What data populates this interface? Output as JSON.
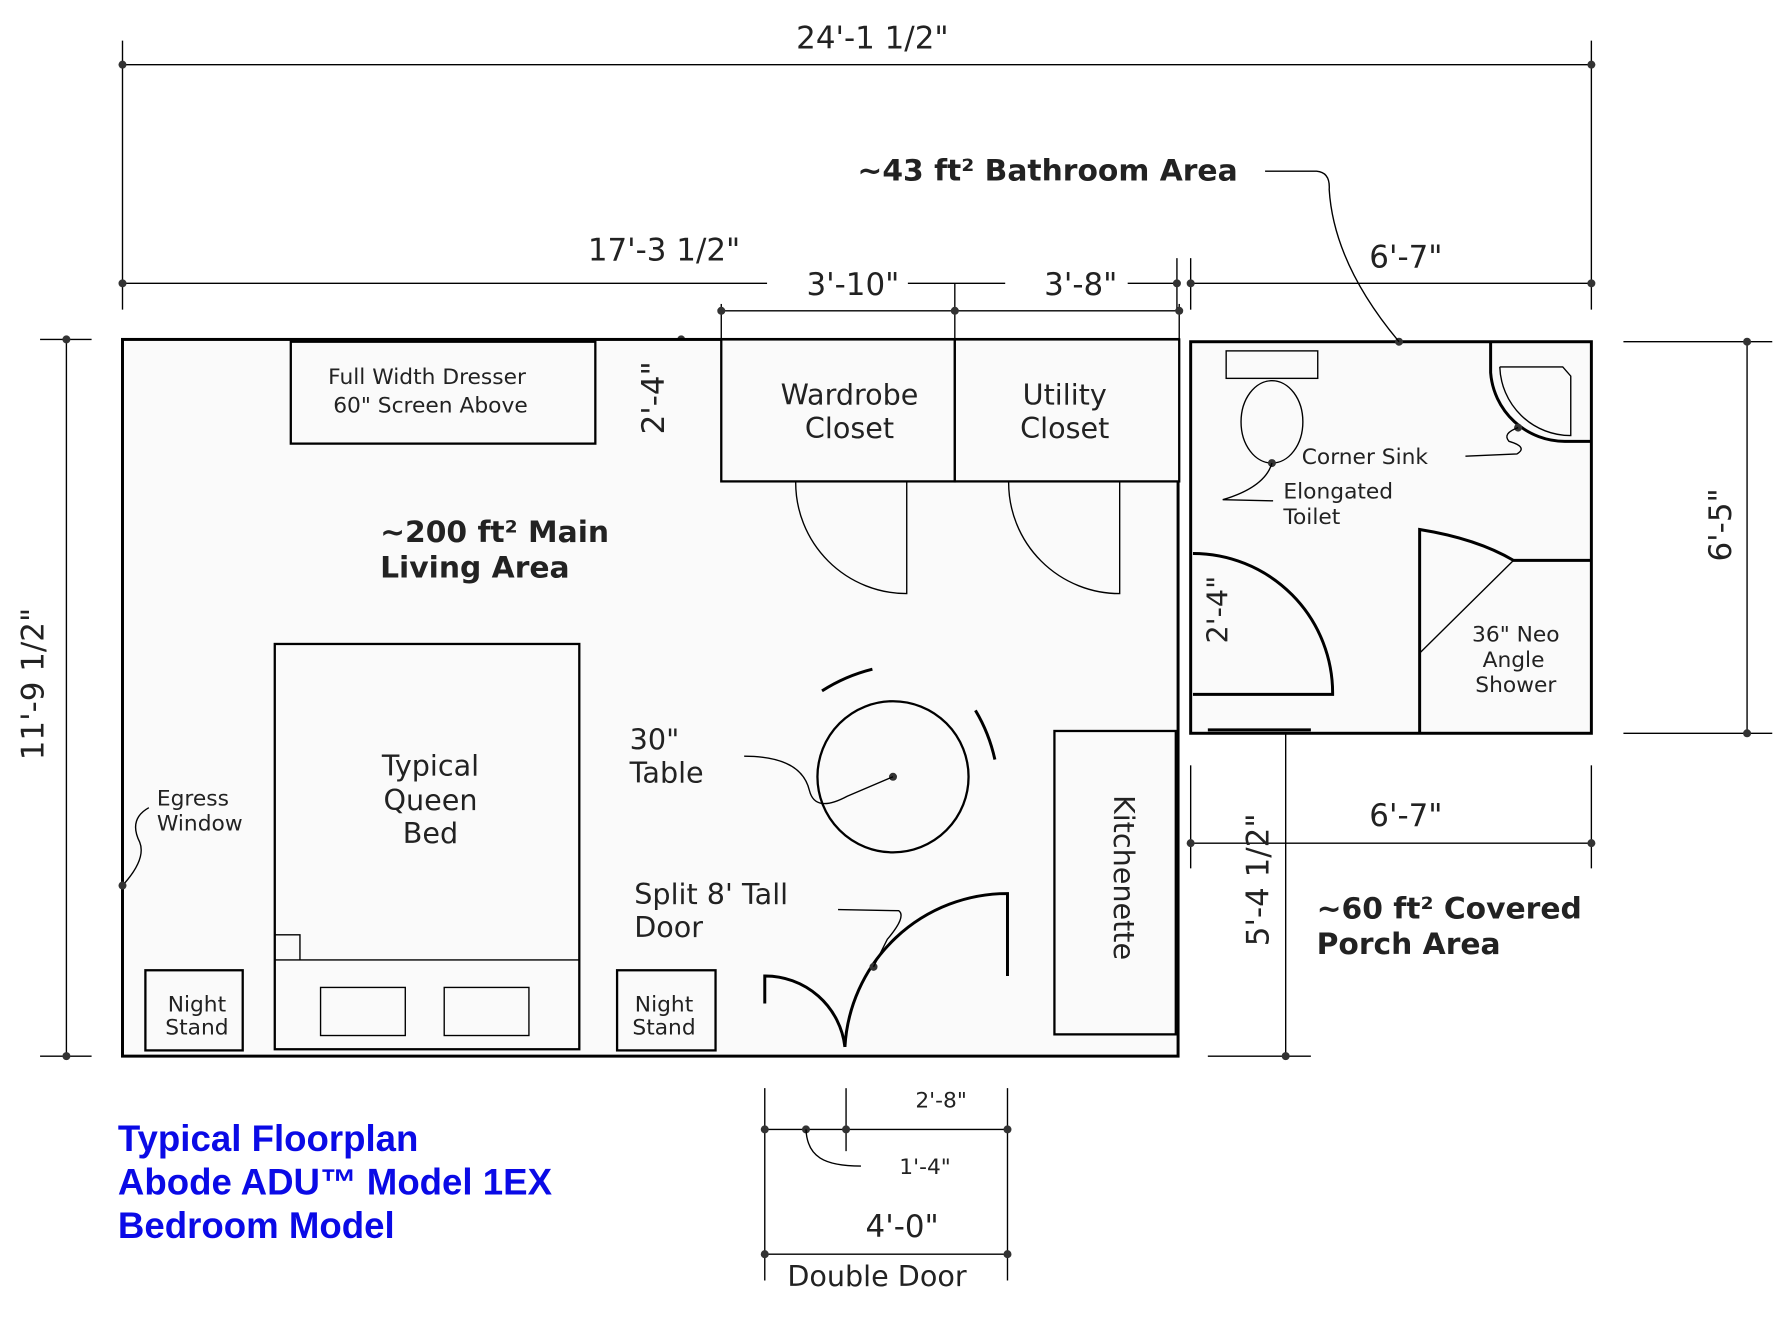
{
  "dimensions": {
    "overall_width": "24'-1 1/2\"",
    "main_width": "17'-3 1/2\"",
    "wardrobe_width": "3'-10\"",
    "utility_width": "3'-8\"",
    "bathroom_width": "6'-7\"",
    "closet_depth": "2'-4\"",
    "overall_depth": "11'-9 1/2\"",
    "bathroom_depth": "6'-5\"",
    "bath_door": "2'-4\"",
    "porch_width": "6'-7\"",
    "porch_depth": "5'-4 1/2\"",
    "door_leaf_large": "2'-8\"",
    "door_leaf_small": "1'-4\"",
    "double_door_width": "4'-0\""
  },
  "labels": {
    "bathroom_area": "~43 ft² Bathroom Area",
    "dresser_line1": "Full Width Dresser",
    "dresser_line2": "60\" Screen Above",
    "wardrobe_line1": "Wardrobe",
    "wardrobe_line2": "Closet",
    "utility_line1": "Utility",
    "utility_line2": "Closet",
    "main_area_line1": "~200 ft² Main",
    "main_area_line2": "Living Area",
    "corner_sink": "Corner Sink",
    "toilet_line1": "Elongated",
    "toilet_line2": "Toilet",
    "shower_line1": "36\" Neo",
    "shower_line2": "Angle",
    "shower_line3": "Shower",
    "table_line1": "30\"",
    "table_line2": "Table",
    "bed_line1": "Typical",
    "bed_line2": "Queen",
    "bed_line3": "Bed",
    "egress_line1": "Egress",
    "egress_line2": "Window",
    "split_door_line1": "Split 8' Tall",
    "split_door_line2": "Door",
    "kitchenette": "Kitchenette",
    "night_stand_line1": "Night",
    "night_stand_line2": "Stand",
    "porch_line1": "~60 ft² Covered",
    "porch_line2": "Porch Area",
    "double_door": "Double Door"
  },
  "title": {
    "line1": "Typical Floorplan",
    "line2": "Abode ADU™ Model 1EX",
    "line3": "Bedroom Model",
    "color": "#0a0ae6"
  }
}
